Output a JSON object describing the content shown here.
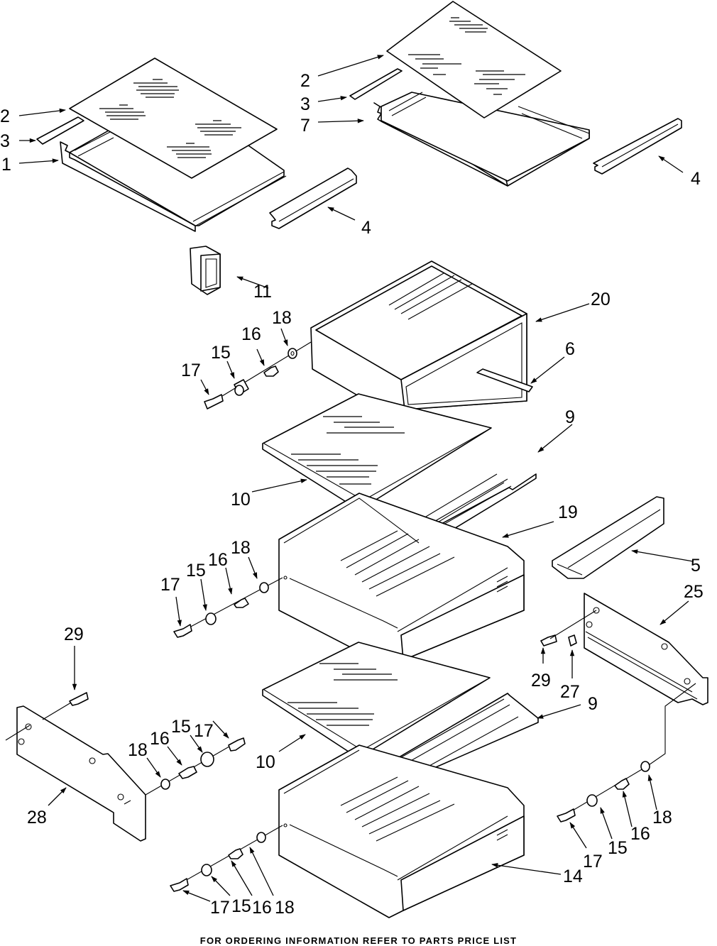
{
  "diagram": {
    "type": "exploded-parts-diagram",
    "subject": "refrigerator shelf and crisper drawer assembly",
    "colors": {
      "line": "#000000",
      "background": "#ffffff"
    },
    "callouts": [
      {
        "id": "c-2-left",
        "label": "2",
        "part": "glass shelf (left shelf assembly)"
      },
      {
        "id": "c-3-left",
        "label": "3",
        "part": "shelf trim (left shelf assembly)"
      },
      {
        "id": "c-1",
        "label": "1",
        "part": "shelf frame"
      },
      {
        "id": "c-4-left",
        "label": "4",
        "part": "shelf rail (left)"
      },
      {
        "id": "c-2-right",
        "label": "2",
        "part": "glass shelf (right shelf assembly)"
      },
      {
        "id": "c-3-right",
        "label": "3",
        "part": "shelf trim (right shelf assembly)"
      },
      {
        "id": "c-7",
        "label": "7",
        "part": "shelf frame (right)"
      },
      {
        "id": "c-4-right",
        "label": "4",
        "part": "shelf rail (right)"
      },
      {
        "id": "c-11",
        "label": "11",
        "part": "air duct"
      },
      {
        "id": "c-20",
        "label": "20",
        "part": "top pan / drawer"
      },
      {
        "id": "c-18-a",
        "label": "18",
        "part": "washer"
      },
      {
        "id": "c-16-a",
        "label": "16",
        "part": "shaft"
      },
      {
        "id": "c-15-a",
        "label": "15",
        "part": "roller"
      },
      {
        "id": "c-17-a",
        "label": "17",
        "part": "screw"
      },
      {
        "id": "c-6",
        "label": "6",
        "part": "slide rail"
      },
      {
        "id": "c-9-a",
        "label": "9",
        "part": "crisper cover (upper)"
      },
      {
        "id": "c-10-a",
        "label": "10",
        "part": "glass cover (upper)"
      },
      {
        "id": "c-19",
        "label": "19",
        "part": "crisper drawer (upper)"
      },
      {
        "id": "c-5",
        "label": "5",
        "part": "center rail"
      },
      {
        "id": "c-18-b",
        "label": "18",
        "part": "washer"
      },
      {
        "id": "c-16-b",
        "label": "16",
        "part": "shaft"
      },
      {
        "id": "c-15-b",
        "label": "15",
        "part": "roller"
      },
      {
        "id": "c-17-b",
        "label": "17",
        "part": "screw"
      },
      {
        "id": "c-25",
        "label": "25",
        "part": "right side support"
      },
      {
        "id": "c-29-a",
        "label": "29",
        "part": "screw (left support)"
      },
      {
        "id": "c-29-b",
        "label": "29",
        "part": "screw (right support)"
      },
      {
        "id": "c-27",
        "label": "27",
        "part": "stop"
      },
      {
        "id": "c-9-b",
        "label": "9",
        "part": "crisper cover (lower)"
      },
      {
        "id": "c-17-c",
        "label": "17",
        "part": "screw"
      },
      {
        "id": "c-16-c",
        "label": "16",
        "part": "shaft"
      },
      {
        "id": "c-15-c",
        "label": "15",
        "part": "roller"
      },
      {
        "id": "c-18-c",
        "label": "18",
        "part": "washer"
      },
      {
        "id": "c-10-b",
        "label": "10",
        "part": "glass cover (lower)"
      },
      {
        "id": "c-28",
        "label": "28",
        "part": "left side support"
      },
      {
        "id": "c-18-d",
        "label": "18",
        "part": "washer"
      },
      {
        "id": "c-16-d",
        "label": "16",
        "part": "shaft"
      },
      {
        "id": "c-15-d",
        "label": "15",
        "part": "roller"
      },
      {
        "id": "c-17-d",
        "label": "17",
        "part": "screw"
      },
      {
        "id": "c-14",
        "label": "14",
        "part": "crisper drawer (lower)"
      },
      {
        "id": "c-17-e",
        "label": "17",
        "part": "screw"
      },
      {
        "id": "c-15-e",
        "label": "15",
        "part": "roller"
      },
      {
        "id": "c-16-e",
        "label": "16",
        "part": "shaft"
      },
      {
        "id": "c-18-e",
        "label": "18",
        "part": "washer"
      }
    ]
  },
  "footer": "FOR ORDERING INFORMATION REFER TO PARTS PRICE LIST"
}
